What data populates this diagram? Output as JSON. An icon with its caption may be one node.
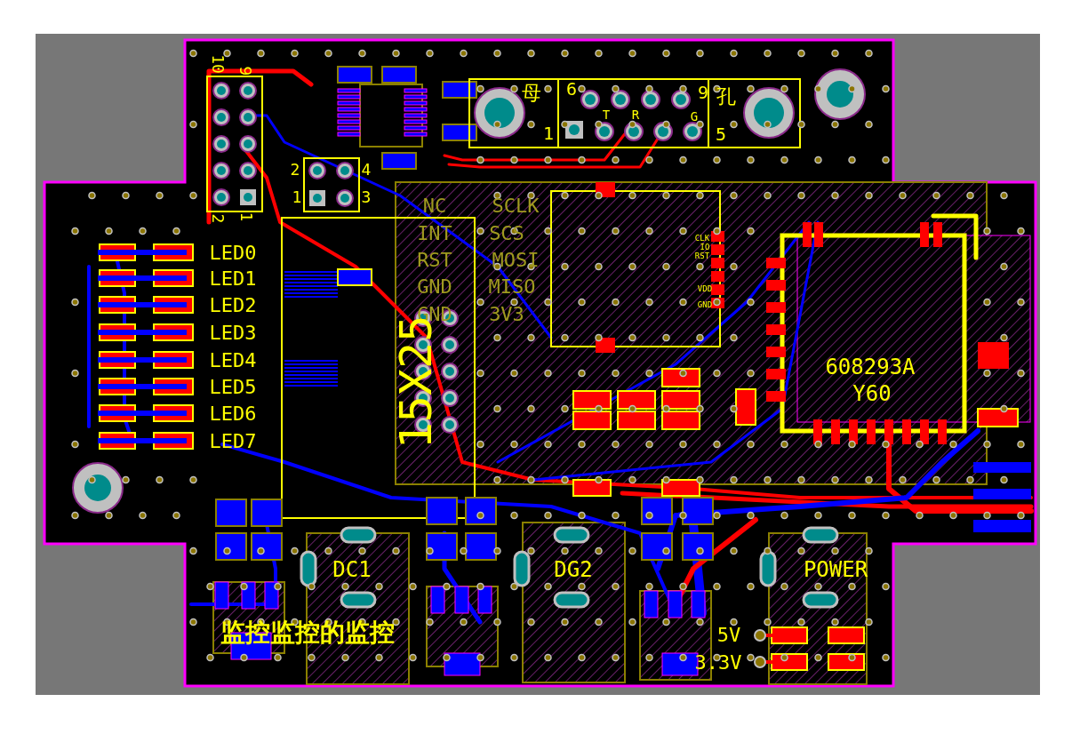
{
  "diagram": {
    "labels": [
      "10",
      "9",
      "2",
      "1",
      "母",
      "6",
      "9",
      "孔",
      "T",
      "R",
      "G",
      "1",
      "5",
      "2",
      "4",
      "1",
      "3",
      "NC",
      "SCLK",
      "INT",
      "SCS",
      "RST",
      "MOSI",
      "GND",
      "MISO",
      "GND",
      "3V3",
      "CLK",
      "IO",
      "RST",
      "VDD",
      "GND",
      "LED0",
      "LED1",
      "LED2",
      "LED3",
      "LED4",
      "LED5",
      "LED6",
      "LED7",
      "15X25",
      "608293A",
      "Y60",
      "DC1",
      "DG2",
      "POWER",
      "5V",
      "3.3V",
      "监控监控的监控"
    ]
  }
}
